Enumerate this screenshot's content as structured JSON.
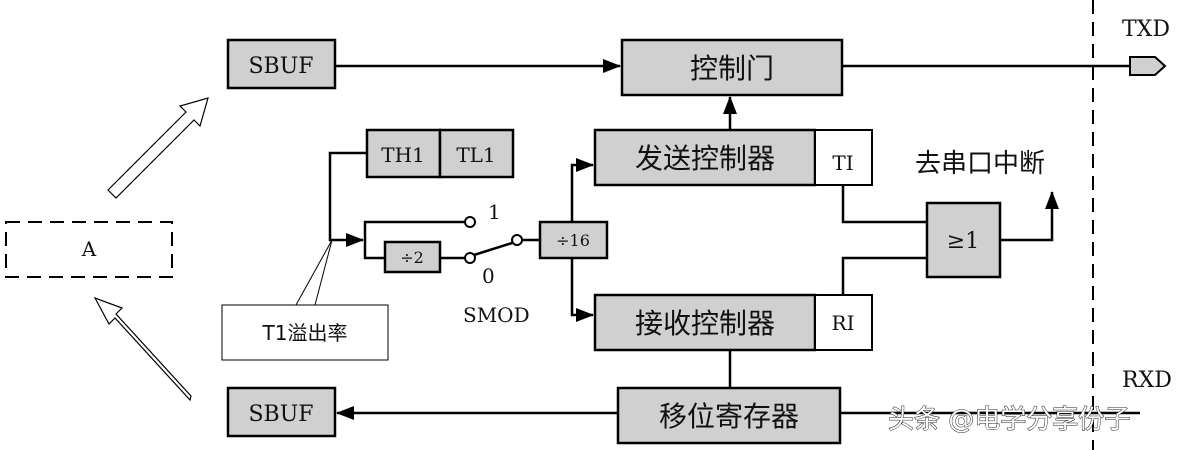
{
  "blocks": {
    "sbuf_tx": "SBUF",
    "sbuf_rx": "SBUF",
    "control_gate": "控制门",
    "tx_controller": "发送控制器",
    "rx_controller": "接收控制器",
    "shift_register": "移位寄存器",
    "ti": "TI",
    "ri": "RI",
    "th1": "TH1",
    "tl1": "TL1",
    "div2": "÷2",
    "div16": "÷16",
    "or_gate": "≥1",
    "a_box": "A",
    "t1_overflow": "T1溢出率"
  },
  "labels": {
    "switch_1": "1",
    "switch_0": "0",
    "smod": "SMOD",
    "interrupt": "去串口中断",
    "txd": "TXD",
    "rxd": "RXD"
  },
  "watermark": "头条 @电学分享份子",
  "colors": {
    "block_fill": "#d0d0d0",
    "line": "#000000"
  }
}
